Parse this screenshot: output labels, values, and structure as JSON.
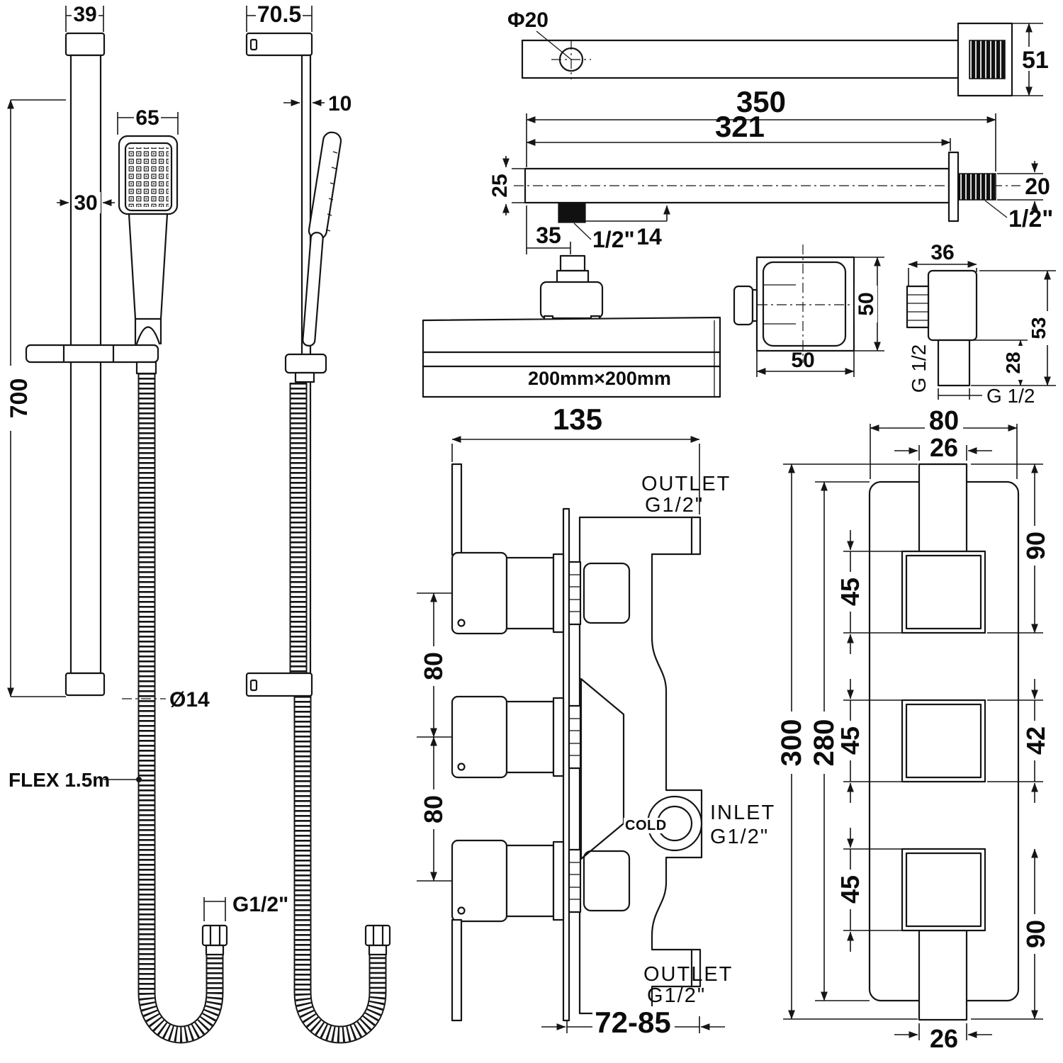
{
  "colors": {
    "background": "#ffffff",
    "line": "#151515"
  },
  "views": {
    "rail_front": {
      "bracket_width": "39",
      "rail_length": "700",
      "handset_width": "65",
      "rail_width": "30",
      "hose_diameter": "Ø14",
      "flex_label": "FLEX 1.5m",
      "hose_thread": "G1/2\""
    },
    "rail_side": {
      "bracket_depth": "70.5",
      "rail_depth": "10"
    },
    "arm_top": {
      "hole_diameter": "Φ20",
      "flange_size": "51"
    },
    "arm_side": {
      "total_length": "350",
      "arm_length": "321",
      "arm_height": "25",
      "wall_offset": "35",
      "outlet_thread": "1/2\"",
      "outlet_drop": "14",
      "thread_od": "20",
      "wall_thread": "1/2\""
    },
    "shower_head": {
      "size": "200mm×200mm"
    },
    "wall_flange": {
      "width": "50",
      "height": "50"
    },
    "outlet_elbow": {
      "width": "36",
      "inlet_thread": "G 1/2",
      "stem_length": "28",
      "height": "53",
      "outlet_thread": "G 1/2"
    },
    "valve_side": {
      "width": "135",
      "port_top_label": "OUTLET",
      "port_top_thread": "G1/2\"",
      "handle_spacing_top": "80",
      "handle_spacing_bottom": "80",
      "cold_label": "COLD",
      "inlet_label": "INLET",
      "inlet_thread": "G1/2\"",
      "port_bottom_label": "OUTLET",
      "port_bottom_thread": "G1/2\"",
      "depth_range": "72-85"
    },
    "valve_front": {
      "plate_width": "80",
      "stem_width": "26",
      "stem_offset_top": "90",
      "handle_size_1": "45",
      "handle_gap": "42",
      "handle_size_2": "45",
      "handle_size_3": "45",
      "stem_offset_bottom": "90",
      "total_height": "300",
      "plate_height": "280",
      "stem_width_bottom": "26"
    }
  }
}
